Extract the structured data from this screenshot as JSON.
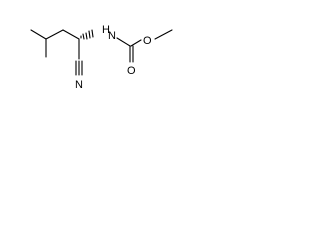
{
  "molecule": {
    "atoms": {
      "nitrogen_amide": "N",
      "hydrogen_amide": "H",
      "nitrogen_nitrile": "N",
      "oxygen_carbonyl": "O",
      "oxygen_ester": "O"
    },
    "colors": {
      "bond": "#000000",
      "label": "#000000",
      "background": "#ffffff"
    }
  }
}
